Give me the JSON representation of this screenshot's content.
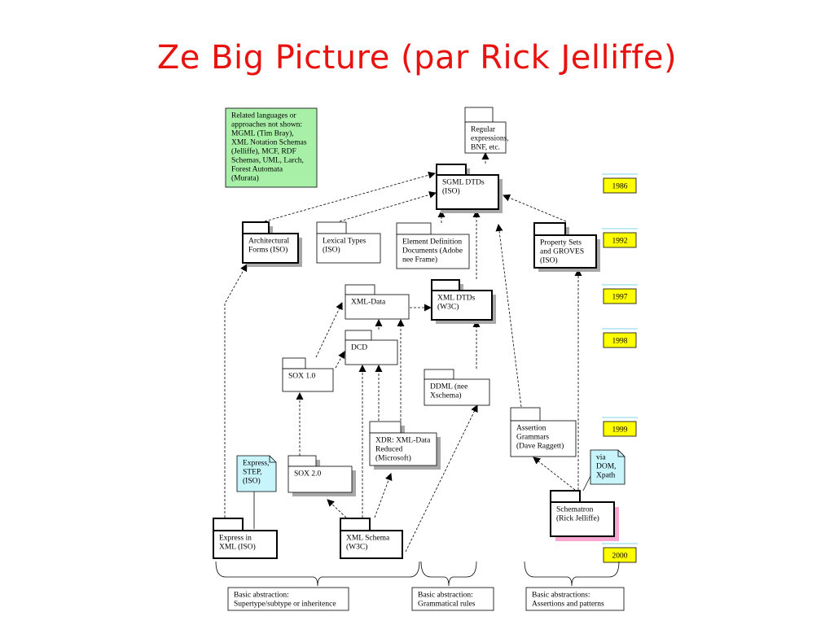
{
  "title": "Ze Big Picture (par Rick Jelliffe)",
  "colors": {
    "title": "#e8120f",
    "note_green": "#a8f0a8",
    "note_cyan": "#c8f4fc",
    "shadow": "#a8a8a8",
    "pink": "#f8a8d0",
    "year_yellow": "#ffff00",
    "year_line": "#7fd8e8"
  },
  "nodes": {
    "related": [
      "Related languages or",
      "approaches not shown:",
      "MGML (Tim Bray),",
      "XML Notation Schemas",
      "(Jelliffe),  MCF, RDF",
      "Schemas,  UML, Larch,",
      "Forest Automata",
      "(Murata)"
    ],
    "regular": [
      "Regular",
      "expressions,",
      "BNF, etc."
    ],
    "sgml": [
      "SGML DTDs",
      "(ISO)"
    ],
    "arch": [
      "Architectural",
      "Forms (ISO)"
    ],
    "lexical": [
      "Lexical Types",
      "(ISO)"
    ],
    "edd": [
      "Element Definition",
      "Documents (Adobe",
      "nee Frame)"
    ],
    "property": [
      "Property Sets",
      "and GROVES",
      "(ISO)"
    ],
    "xmldata": [
      "XML-Data"
    ],
    "xmldtd": [
      "XML DTDs",
      "(W3C)"
    ],
    "dcd": [
      "DCD"
    ],
    "sox1": [
      "SOX 1.0"
    ],
    "ddml": [
      "DDML (nee",
      "Xschema)"
    ],
    "xdr": [
      "XDR: XML-Data",
      "Reduced",
      "(Microsoft)"
    ],
    "assertion": [
      "Assertion",
      "Grammars",
      "(Dave Raggett)"
    ],
    "express": [
      "Express,",
      "STEP,",
      "(ISO)"
    ],
    "sox2": [
      "SOX 2.0"
    ],
    "via": [
      "via",
      "DOM,",
      "Xpath"
    ],
    "schematron": [
      "Schematron",
      "(Rick Jelliffe)"
    ],
    "expressxml": [
      "Express in",
      "XML (ISO)"
    ],
    "xmlschema": [
      "XML Schema",
      "(W3C)"
    ],
    "basic1": [
      "Basic abstraction:",
      "Supertype/subtype  or inheritence"
    ],
    "basic2": [
      "Basic abstraction:",
      "Grammatical rules"
    ],
    "basic3": [
      "Basic abstractions:",
      "Assertions and  patterns"
    ]
  },
  "years": [
    "1986",
    "1992",
    "1997",
    "1998",
    "1999",
    "2000"
  ]
}
